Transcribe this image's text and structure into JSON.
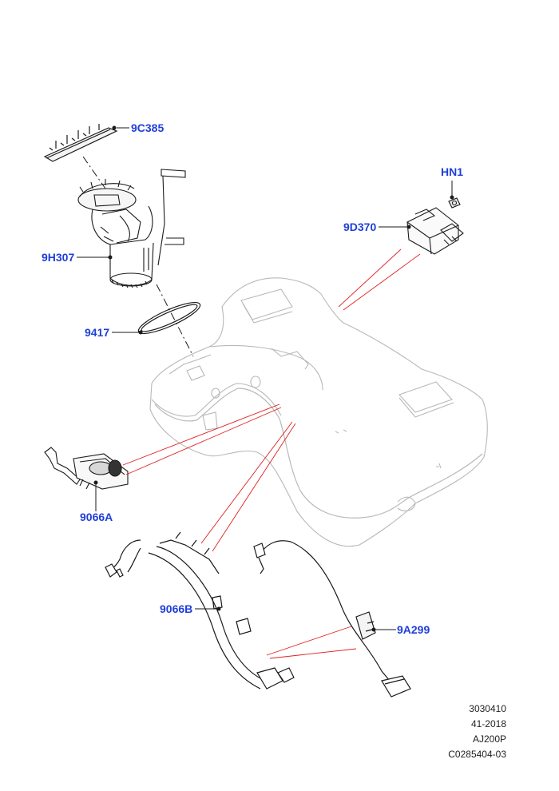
{
  "callouts": {
    "c9C385": "9C385",
    "cHN1": "HN1",
    "c9D370": "9D370",
    "c9H307": "9H307",
    "c9417": "9417",
    "c9066A": "9066A",
    "c9066B": "9066B",
    "c9A299": "9A299"
  },
  "footer": {
    "line1": "3030410",
    "line2": "41-2018",
    "line3": "AJ200P",
    "line4": "C0285404-03"
  },
  "colors": {
    "callout": "#1f3fd9",
    "leader_red": "#e02020",
    "tank_outline": "#b8b8b8",
    "part_stroke": "#1a1a1a"
  }
}
